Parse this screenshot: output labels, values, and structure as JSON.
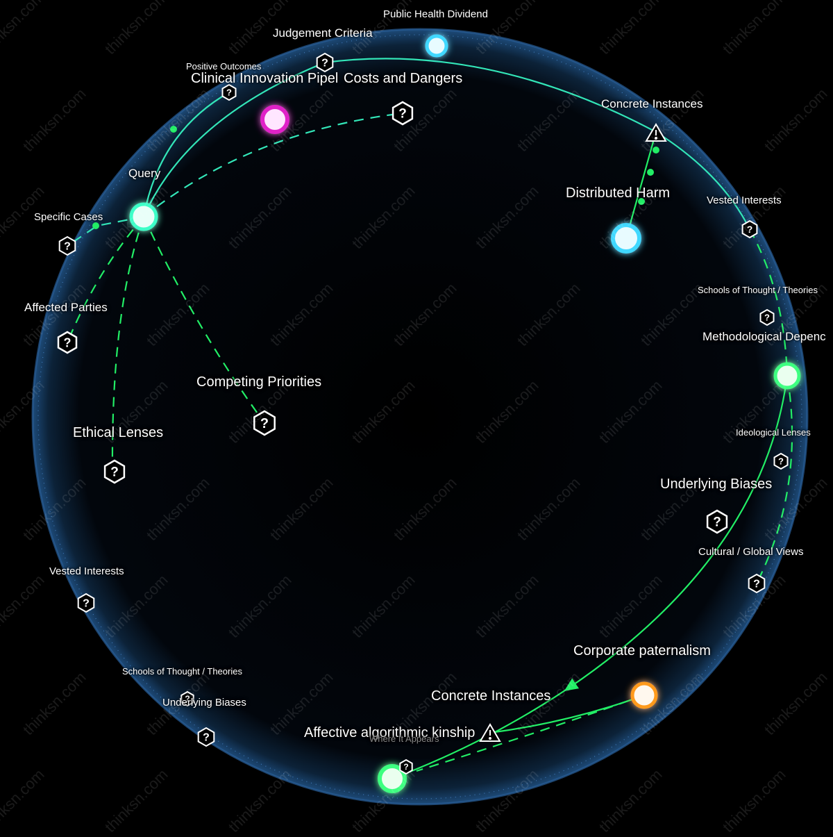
{
  "nodes": {
    "query": "Query",
    "public_health_dividend": "Public Health Dividend",
    "judgement_criteria": "Judgement Criteria",
    "positive_outcomes": "Positive Outcomes",
    "clinical_innovation": "Clinical Innovation Pipel",
    "costs_and_dangers": "Costs and Dangers",
    "concrete_instances_top": "Concrete Instances",
    "distributed_harm": "Distributed Harm",
    "vested_interests_right": "Vested Interests",
    "schools_right": "Schools of Thought / Theories",
    "methodological": "Methodological Depenc",
    "ideological_lenses": "Ideological Lenses",
    "underlying_biases_right": "Underlying Biases",
    "cultural_global": "Cultural / Global Views",
    "corporate_paternalism": "Corporate paternalism",
    "concrete_instances_bottom": "Concrete Instances",
    "affective_kinship": "Affective algorithmic kinship",
    "where_it_appears": "Where It Appears",
    "specific_cases": "Specific Cases",
    "affected_parties": "Affected Parties",
    "competing_priorities": "Competing Priorities",
    "ethical_lenses": "Ethical Lenses",
    "vested_interests_left": "Vested Interests",
    "schools_left": "Schools of Thought / Theories",
    "underlying_biases_left": "Underlying Biases"
  },
  "watermark": "thinksn.com",
  "colors": {
    "background": "#000000",
    "sphere_edge": "#3a7bd5",
    "edge_green": "#22ee66",
    "edge_teal": "#33e6b8",
    "node_cyan": "#40d8ff",
    "node_magenta": "#e020c8",
    "node_orange": "#ff9a1a",
    "node_green": "#3cff80",
    "question_icon": "#ffffff"
  },
  "icons": {
    "question": "question-hexagon-icon",
    "warning": "warning-triangle-icon"
  }
}
